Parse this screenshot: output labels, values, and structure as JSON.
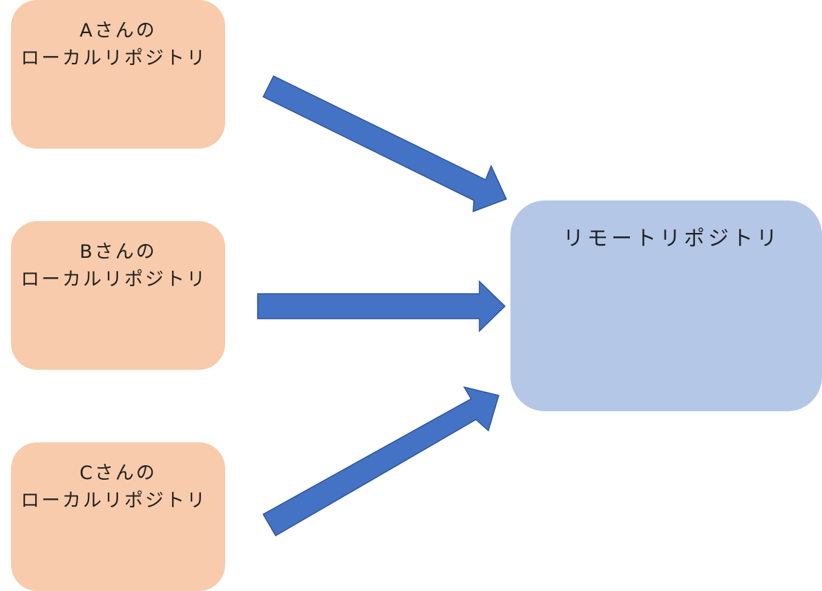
{
  "diagram": {
    "local_repositories": [
      {
        "name_line": "Aさんの",
        "type_line": "ローカルリポジトリ"
      },
      {
        "name_line": "Bさんの",
        "type_line": "ローカルリポジトリ"
      },
      {
        "name_line": "Cさんの",
        "type_line": "ローカルリポジトリ"
      }
    ],
    "remote_repository": {
      "label": "リモートリポジトリ"
    },
    "colors": {
      "local_box": "#f7cbab",
      "remote_box": "#b4c7e7",
      "arrow": "#4472c4"
    }
  }
}
